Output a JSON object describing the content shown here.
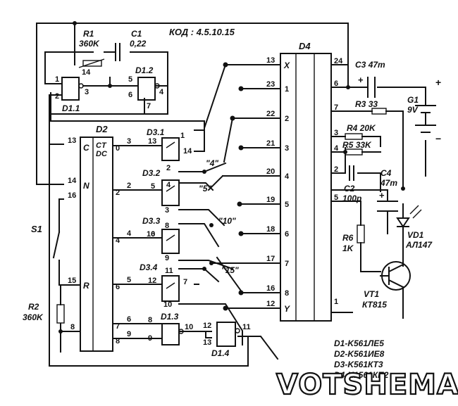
{
  "code_label": "КОД : 4.5.10.15",
  "components": {
    "R1": {
      "ref": "R1",
      "value": "360K"
    },
    "C1": {
      "ref": "C1",
      "value": "0,22"
    },
    "R2": {
      "ref": "R2",
      "value": "360K"
    },
    "S1": {
      "ref": "S1"
    },
    "C3": {
      "ref": "C3",
      "value": "47m"
    },
    "G1": {
      "ref": "G1",
      "value": "9V"
    },
    "R3": {
      "ref": "R3",
      "value": "33"
    },
    "R4": {
      "ref": "R4",
      "value": "20K"
    },
    "R5": {
      "ref": "R5",
      "value": "33K"
    },
    "C4": {
      "ref": "C4",
      "value": "47m"
    },
    "C2": {
      "ref": "C2",
      "value": "100p"
    },
    "R6": {
      "ref": "R6",
      "value": "1K"
    },
    "VD1": {
      "ref": "VD1",
      "value": "АЛ147"
    },
    "VT1": {
      "ref": "VT1",
      "value": "КТ815"
    }
  },
  "chips": {
    "D1_1": "D1.1",
    "D1_2": "D1.2",
    "D1_3": "D1.3",
    "D1_4": "D1.4",
    "D2": "D2",
    "D2_ct": "CT",
    "D2_dc": "DC",
    "D2_c": "C",
    "D2_n": "N",
    "D2_r": "R",
    "D3_1": "D3.1",
    "D3_2": "D3.2",
    "D3_3": "D3.3",
    "D3_4": "D3.4",
    "D4": "D4",
    "D4_x": "X",
    "D4_y": "Y"
  },
  "code_marks": [
    "\"4\"",
    "\"5\"",
    "\"10\"",
    "\"15\""
  ],
  "legend": [
    "D1-K561ЛЕ5",
    "D2-K561ИЕ8",
    "D3-K561КТ3",
    "D4-K1561КП2"
  ],
  "watermark": "VOTSHEMA.RU",
  "pins": {
    "d2_left": [
      "13",
      "14",
      "16",
      "15",
      "8"
    ],
    "d2_right": [
      "3",
      "0",
      "2",
      "2",
      "4",
      "4",
      "5",
      "6",
      "6",
      "7",
      "9",
      "8"
    ],
    "d4_left": [
      "13",
      "23",
      "22",
      "21",
      "20",
      "19",
      "18",
      "17",
      "16",
      "12"
    ],
    "d4_inner": [
      "1",
      "2",
      "3",
      "4",
      "5",
      "6",
      "7",
      "8"
    ],
    "d4_right": [
      "24",
      "6",
      "7",
      "3",
      "4",
      "2",
      "5",
      "1"
    ],
    "d3": [
      "13",
      "1",
      "14",
      "2",
      "4",
      "5",
      "3",
      "8",
      "6",
      "10",
      "9",
      "11",
      "12",
      "7",
      "10"
    ],
    "d1": [
      "14",
      "1",
      "2",
      "3",
      "5",
      "6",
      "4",
      "7",
      "8",
      "9",
      "10",
      "12",
      "13",
      "11"
    ]
  }
}
